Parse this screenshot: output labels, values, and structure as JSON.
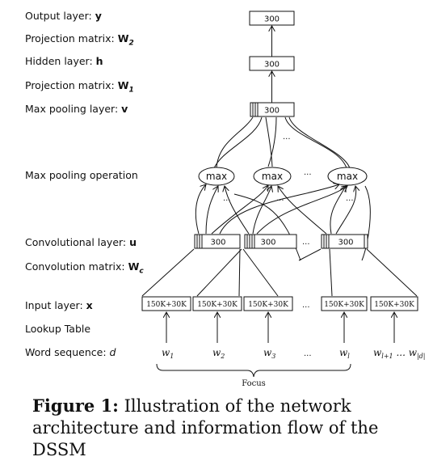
{
  "labels": {
    "output_text": "Output layer: ",
    "output_var": "y",
    "proj2_text": "Projection matrix: ",
    "proj2_var": "W",
    "proj2_sub": "2",
    "hidden_text": "Hidden layer: ",
    "hidden_var": "h",
    "proj1_text": "Projection matrix: ",
    "proj1_var": "W",
    "proj1_sub": "1",
    "maxpool_layer_text": "Max pooling layer: ",
    "maxpool_layer_var": "v",
    "maxpool_op": "Max pooling operation",
    "conv_layer_text": "Convolutional layer: ",
    "conv_layer_var": "u",
    "conv_matrix_text": "Convolution matrix: ",
    "conv_matrix_var": "W",
    "conv_matrix_sub": "c",
    "input_text": "Input layer: ",
    "input_var": "x",
    "lookup": "Lookup Table",
    "word_seq_text": "Word sequence: ",
    "word_seq_var": "d"
  },
  "nodes": {
    "output": "300",
    "hidden": "300",
    "maxpool": "300",
    "conv": [
      "300",
      "300",
      "300"
    ],
    "max": [
      "max",
      "max",
      "max"
    ],
    "inputs": [
      "150K+30K",
      "150K+30K",
      "150K+30K",
      "150K+30K",
      "150K+30K"
    ],
    "ellipsis": "..."
  },
  "words": [
    {
      "base": "w",
      "sub": "1"
    },
    {
      "base": "w",
      "sub": "2"
    },
    {
      "base": "w",
      "sub": "3"
    },
    {
      "base": "w",
      "sub": "l"
    },
    {
      "base": "w",
      "sub": "l+1"
    },
    {
      "base": " ... w",
      "sub": "|d|"
    }
  ],
  "focus": "Focus",
  "caption": {
    "bold": "Figure 1:",
    "text": " Illustration of the network architecture and information flow of the DSSM"
  }
}
